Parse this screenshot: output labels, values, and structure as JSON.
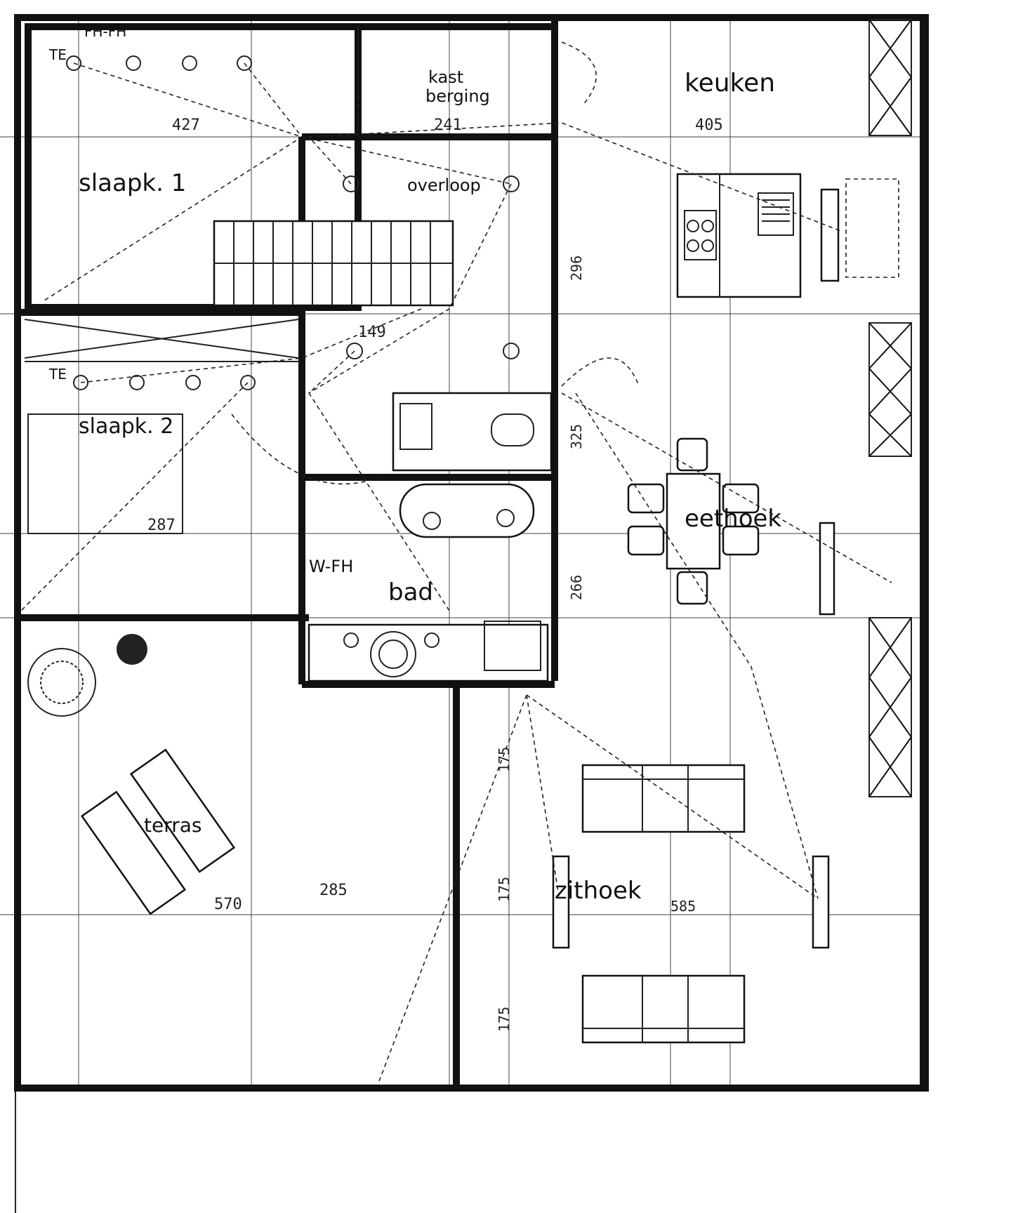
{
  "rooms": {
    "slaapk1": "slaapk. 1",
    "slaapk2": "slaapk. 2",
    "overloop": "overloop",
    "kastberging_line1": "kast",
    "kastberging_line2": "berging",
    "keuken": "keuken",
    "eethoek": "eethoek",
    "bad": "bad",
    "zithoek": "zithoek",
    "terras": "terras"
  },
  "tags": {
    "te1": "TE",
    "te2": "TE",
    "fh1": "FH-FH",
    "fh2": "W-FH"
  },
  "dimensions": {
    "d427": "427",
    "d241": "241",
    "d405": "405",
    "d149": "149",
    "d287": "287",
    "d285": "285",
    "d570": "570",
    "d175a": "175",
    "d175b": "175",
    "d175c": "175",
    "d266": "266",
    "d325": "325",
    "d585": "585",
    "d296": "296"
  }
}
